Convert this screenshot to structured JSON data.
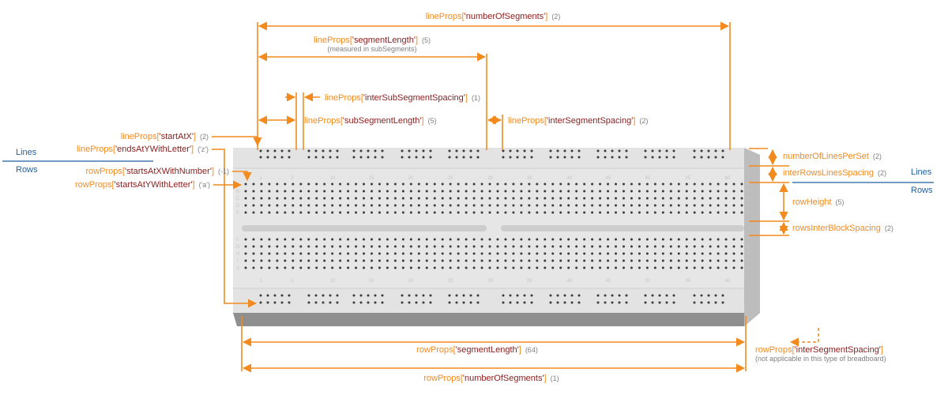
{
  "colors": {
    "annotation": "#f28a1e",
    "key": "#8c1c1c",
    "note": "#808080",
    "section": "#1f5f9e",
    "board_top": "#e6e6e6",
    "board_side": "#bdbdbd",
    "board_bottom": "#8f8f8f",
    "hole": "#3a3a3a"
  },
  "section_labels": {
    "lines_left": "Lines",
    "rows_left": "Rows",
    "lines_right": "Lines",
    "rows_right": "Rows"
  },
  "annotations": {
    "line_number_of_segments": {
      "obj": "lineProps[",
      "key": "'numberOfSegments'",
      "close": "]",
      "value": "(2)"
    },
    "line_segment_length": {
      "obj": "lineProps[",
      "key": "'segmentLength'",
      "close": "]",
      "value": "(5)",
      "note": "(measured in subSegments)"
    },
    "line_inter_sub_segment_spacing": {
      "obj": "lineProps[",
      "key": "'interSubSegmentSpacing'",
      "close": "]",
      "value": "(1)"
    },
    "line_sub_segment_length": {
      "obj": "lineProps[",
      "key": "'subSegmentLength'",
      "close": "]",
      "value": "(5)"
    },
    "line_inter_segment_spacing": {
      "obj": "lineProps[",
      "key": "'interSegmentSpacing'",
      "close": "]",
      "value": "(2)"
    },
    "line_start_at_x": {
      "obj": "lineProps[",
      "key": "'startAtX'",
      "close": "]",
      "value": "(2)"
    },
    "line_ends_at_y_with_letter": {
      "obj": "lineProps[",
      "key": "'endsAtYWithLetter'",
      "close": "]",
      "value": "('z')"
    },
    "row_starts_at_x_with_number": {
      "obj": "rowProps[",
      "key": "'startsAtXWithNumber'",
      "close": "]",
      "value": "(-1)"
    },
    "row_starts_at_y_with_letter": {
      "obj": "rowProps[",
      "key": "'startsAtYWithLetter'",
      "close": "]",
      "value": "('a')"
    },
    "number_of_lines_per_set": {
      "name": "numberOfLinesPerSet",
      "value": "(2)"
    },
    "inter_rows_lines_spacing": {
      "name": "interRowsLinesSpacing",
      "value": "(2)"
    },
    "row_height": {
      "name": "rowHeight",
      "value": "(5)"
    },
    "rows_inter_block_spacing": {
      "name": "rowsInterBlockSpacing",
      "value": "(2)"
    },
    "row_segment_length": {
      "obj": "rowProps[",
      "key": "'segmentLength'",
      "close": "]",
      "value": "(64)"
    },
    "row_inter_segment_spacing": {
      "obj": "rowProps[",
      "key": "'interSegmentSpacing'",
      "close": "]",
      "note": "(not applicable in this type of breadboard)"
    },
    "row_number_of_segments": {
      "obj": "rowProps[",
      "key": "'numberOfSegments'",
      "close": "]",
      "value": "(1)"
    }
  },
  "breadboard": {
    "column_numbers": [
      "1",
      "5",
      "10",
      "15",
      "20",
      "25",
      "30",
      "35",
      "40",
      "45",
      "50",
      "55",
      "60"
    ],
    "row_letters_top": [
      "A",
      "B",
      "C",
      "D",
      "E"
    ],
    "row_letters_bottom": [
      "F",
      "G",
      "H",
      "I",
      "J"
    ]
  }
}
